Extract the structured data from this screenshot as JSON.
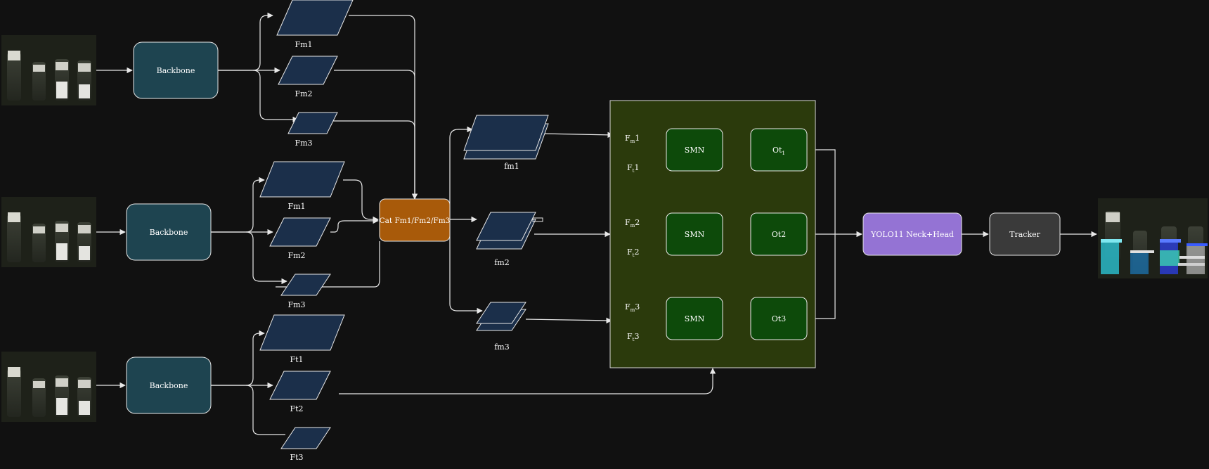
{
  "colors": {
    "background": "#111111",
    "backbone": "#1e4450",
    "feature": "#1b2f4a",
    "cat": "#a85a0a",
    "panel": "#2b3a0c",
    "smn": "#0d4a0a",
    "yolo": "#9473d4",
    "tracker": "#3a3a3a",
    "line": "#e8e8e8"
  },
  "backbones": [
    "Backbone",
    "Backbone",
    "Backbone"
  ],
  "stream1": {
    "f1": "Fm1",
    "f2": "Fm2",
    "f3": "Fm3"
  },
  "stream2": {
    "f1": "Fm1",
    "f2": "Fm2",
    "f3": "Fm3"
  },
  "stream3": {
    "f1": "Ft1",
    "f2": "Ft2",
    "f3": "Ft3"
  },
  "cat_label": "Cat Fm1/Fm2/Fm3",
  "fused": {
    "f1": "fm1",
    "f2": "fm2",
    "f3": "fm3"
  },
  "smn": {
    "rows": [
      {
        "fm_base": "F",
        "fm_sub": "m",
        "fm_num": "1",
        "ft_base": "F",
        "ft_sub": "t",
        "ft_num": "1",
        "block": "SMN",
        "out_base": "Ot",
        "out_sub": "1"
      },
      {
        "fm_base": "F",
        "fm_sub": "m",
        "fm_num": "2",
        "ft_base": "F",
        "ft_sub": "t",
        "ft_num": "2",
        "block": "SMN",
        "out_base": "Ot2",
        "out_sub": ""
      },
      {
        "fm_base": "F",
        "fm_sub": "m",
        "fm_num": "3",
        "ft_base": "F",
        "ft_sub": "t",
        "ft_num": "3",
        "block": "SMN",
        "out_base": "Ot3",
        "out_sub": ""
      }
    ]
  },
  "yolo_label": "YOLO11 Neck+Head",
  "tracker_label": "Tracker"
}
